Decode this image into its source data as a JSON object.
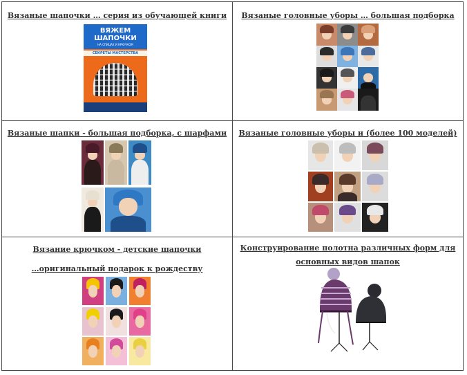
{
  "cells": [
    {
      "id": "books-series",
      "lines": [
        "Вязаные шапочки … серия из обучающей книги"
      ]
    },
    {
      "id": "headwear-big",
      "lines": [
        "Вязаные головные уборы … большая подборка"
      ]
    },
    {
      "id": "hats-scarves",
      "lines": [
        "Вязаные шапки - большая подборка, с шарфами"
      ]
    },
    {
      "id": "headwear-100",
      "lines": [
        "Вязаные головные уборы и  (более 100 моделей)"
      ]
    },
    {
      "id": "crochet-kids",
      "lines": [
        "Вязание крючком - детские шапочки",
        "…оригинальный подарок к рождеству"
      ]
    },
    {
      "id": "construction",
      "lines": [
        "Конструирование полотна различных форм для",
        "основных видов шапок"
      ]
    }
  ],
  "book_cover": {
    "title_line1": "ВЯЖЕМ",
    "title_line2": "ШАПОЧКИ",
    "subtitle": "НА СПИЦАХ И КРЮЧКОМ",
    "series": "СЕКРЕТЫ МАСТЕРСТВА"
  },
  "colors": {
    "border": "#4a4a4a",
    "link_text": "#333333",
    "book_orange": "#ec6a1a",
    "book_blue": "#1f69c8"
  }
}
